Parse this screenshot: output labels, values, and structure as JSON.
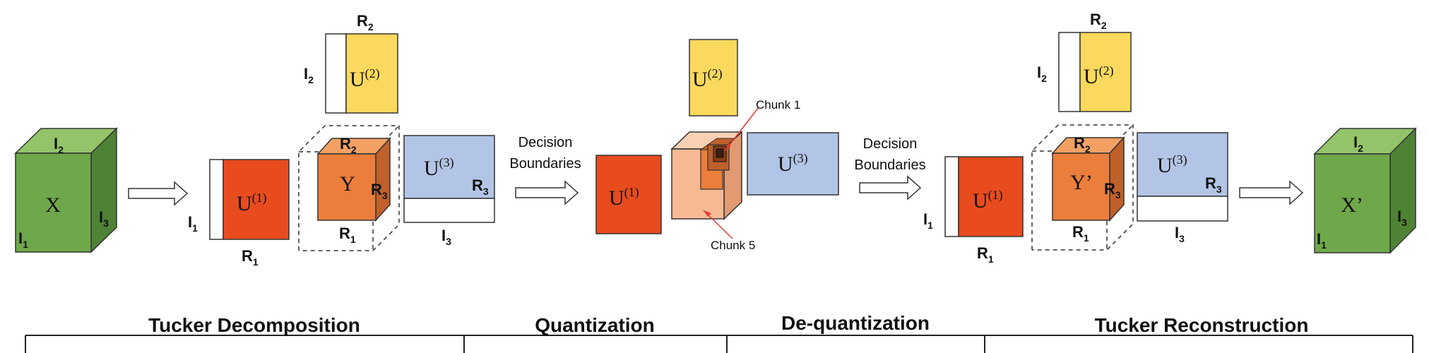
{
  "colors": {
    "green_front": "#6fa84a",
    "green_top": "#93c46a",
    "green_side": "#4e8234",
    "red": "#e84b1e",
    "yellow": "#fbd95e",
    "blue": "#b3c5e6",
    "orange_front": "#ec7e3b",
    "orange_top": "#f2a163",
    "orange_side": "#c0602a",
    "peach_front": "#f6b994",
    "peach_top": "#f9d0b4",
    "peach_side": "#e39a70",
    "chunk_arrow": "#e53935"
  },
  "labels": {
    "I1": "I",
    "I1_sub": "1",
    "I2": "I",
    "I2_sub": "2",
    "I3": "I",
    "I3_sub": "3",
    "R1": "R",
    "R1_sub": "1",
    "R2": "R",
    "R2_sub": "2",
    "R3": "R",
    "R3_sub": "3",
    "X": "X",
    "X_prime": "X’",
    "Y": "Y",
    "Y_prime": "Y’",
    "U": "U",
    "sup1": "(1)",
    "sup2": "(2)",
    "sup3": "(3)",
    "decision_line1": "Decision",
    "decision_line2": "Boundaries",
    "chunk1": "Chunk 1",
    "chunk5": "Chunk 5"
  },
  "stages": {
    "tucker_decomposition": "Tucker Decomposition",
    "quantization": "Quantization",
    "dequantization": "De-quantization",
    "tucker_reconstruction": "Tucker Reconstruction"
  }
}
